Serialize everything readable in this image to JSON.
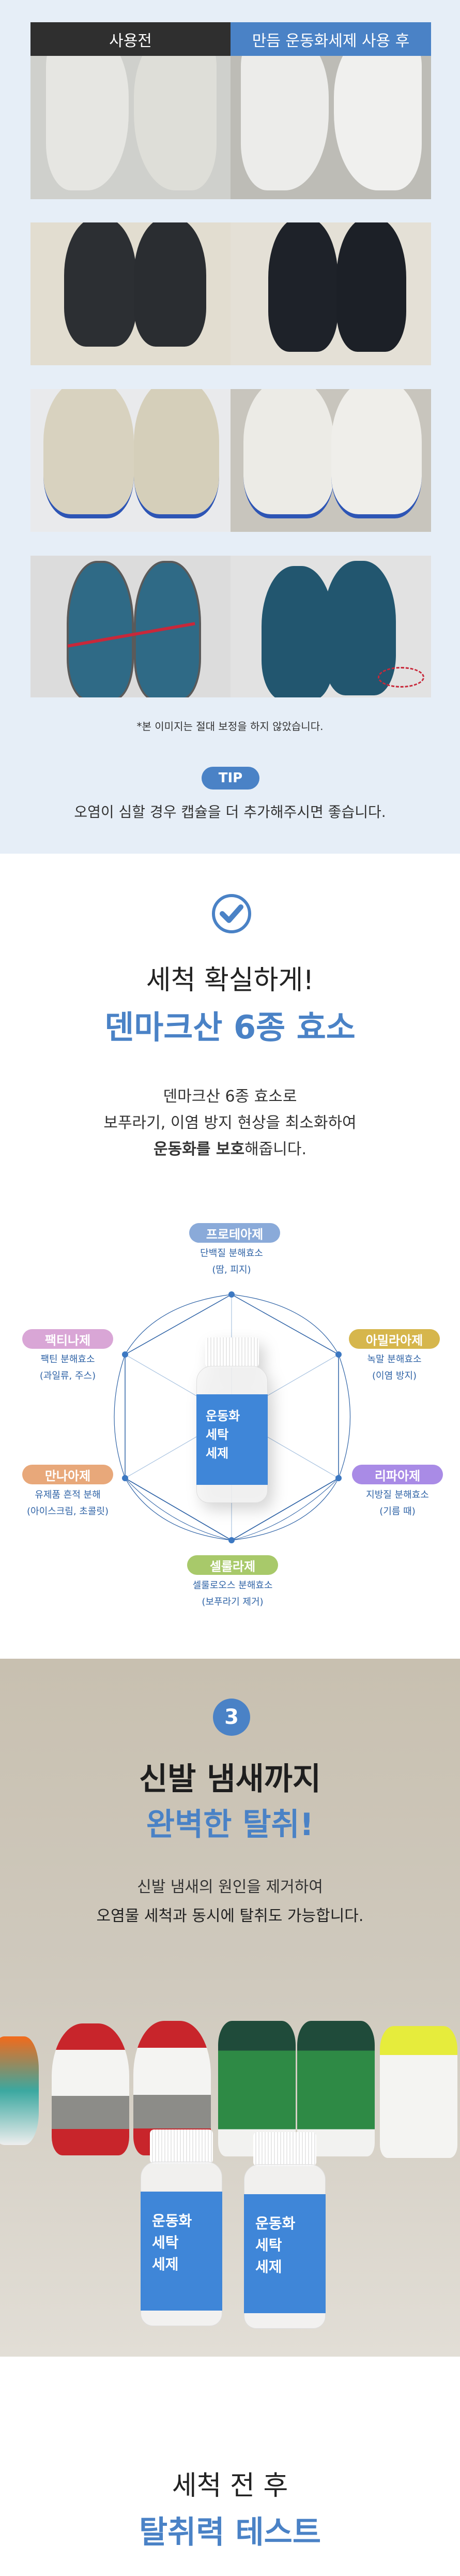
{
  "comparison": {
    "before_label": "사용전",
    "after_label": "만듬 운동화세제 사용 후",
    "disclaimer": "*본 이미지는 절대 보정을 하지 않았습니다.",
    "tip_badge": "TIP",
    "tip_text": "오염이 심할 경우 캡슐을 더 추가해주시면 좋습니다."
  },
  "enzymes_section": {
    "title_line1": "세척 확실하게!",
    "title_line2": "덴마크산 6종 효소",
    "body_line1": "덴마크산 6종 효소로",
    "body_line2": "보푸라기, 이염 방지 현상을 최소화하여",
    "body_line3_bold": "운동화를 보호",
    "body_line3_rest": "해줍니다.",
    "enzymes": [
      {
        "name": "프로테아제",
        "desc1": "단백질 분해효소",
        "desc2": "(땀, 피지)",
        "color": "#8aaad9"
      },
      {
        "name": "팩티나제",
        "desc1": "팩틴 분해효소",
        "desc2": "(과일류, 주스)",
        "color": "#d9a6d6"
      },
      {
        "name": "아밀라아제",
        "desc1": "녹말 분해효소",
        "desc2": "(이염 방지)",
        "color": "#d6b64c"
      },
      {
        "name": "만나아제",
        "desc1": "유제품 흔적 분해",
        "desc2": "(아이스크림, 초콜릿)",
        "color": "#e8a87a"
      },
      {
        "name": "리파아제",
        "desc1": "지방질 분해효소",
        "desc2": "(기름 때)",
        "color": "#a98be6"
      },
      {
        "name": "셀룰라제",
        "desc1": "셀룰로오스 분해효소",
        "desc2": "(보푸라기 제거)",
        "color": "#a8c96a"
      }
    ]
  },
  "product_label": {
    "line1": "운동화",
    "line2": "세탁",
    "line3": "세제"
  },
  "deodorize_section": {
    "number": "3",
    "title_line1": "신발 냄새까지",
    "title_line2": "완벽한 탈취!",
    "body_line1": "신발 냄새의 원인을 제거하여",
    "body_line2": "오염물 세척과 동시에 탈취도 가능합니다."
  },
  "test_section": {
    "title_line1": "세척 전 후",
    "title_line2": "탈취력 테스트"
  },
  "colors": {
    "accent": "#4a82c6",
    "header_dark": "#2f2f2f",
    "section_bg": "#e6eef7"
  }
}
